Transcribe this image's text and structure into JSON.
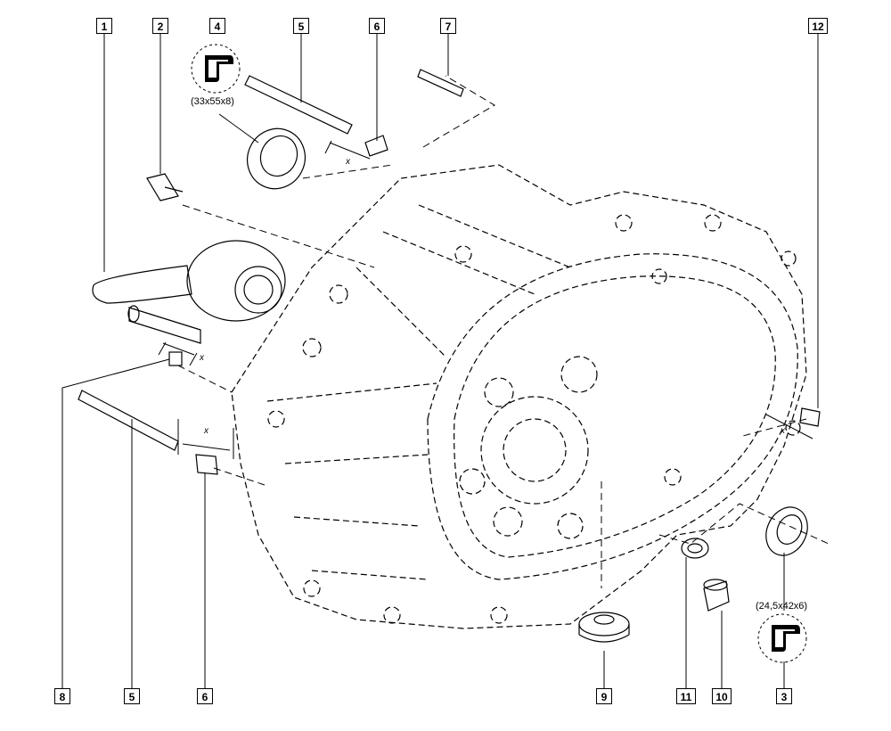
{
  "callouts": {
    "c1": "1",
    "c2": "2",
    "c4": "4",
    "c5_top": "5",
    "c6_top": "6",
    "c7": "7",
    "c12": "12",
    "c8": "8",
    "c5_bottom": "5",
    "c6_bottom": "6",
    "c9": "9",
    "c11": "11",
    "c10": "10",
    "c3": "3"
  },
  "dimensions": {
    "seal_upper": "(33x55x8)",
    "seal_lower": "(24,5x42x6)"
  },
  "x_markers": {
    "x1": "x",
    "x2": "x",
    "x3": "x",
    "x4": "x"
  },
  "icons": [
    "lip-seal-symbol-icon",
    "lip-seal-symbol-icon"
  ]
}
